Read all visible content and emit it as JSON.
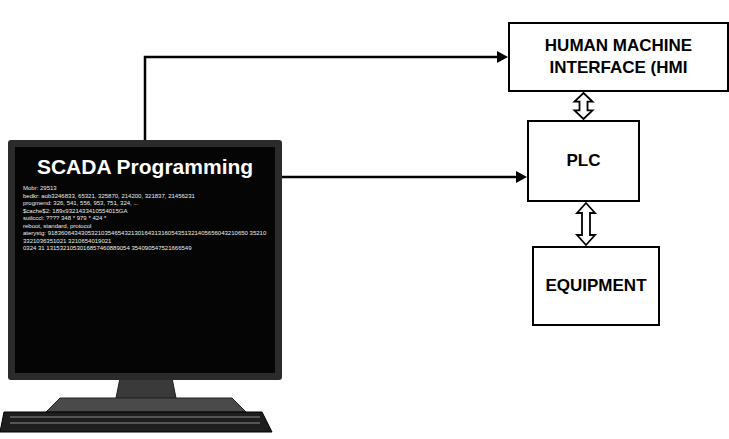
{
  "diagram": {
    "nodes": [
      {
        "text": [
          "SCADA Programming",
          "Mobr: 29513",
          "bedkr: aob3246833, 65321, 325870, 214200, 321837, 21456231",
          "progmend: 326, 541, 556, 953, 751, 324, ...",
          "$cache$2: 189x9321433410554015GA",
          "sutlcccl: ???? 348 * 979 * 424 *",
          "reboot, standard, protocol",
          "aterystg: 918360643430532103546543213016431316054351321405656043210650 352103321036351021 3210654019021",
          "0324 31 1315321053016857460889054 354090547521666549"
        ]
      },
      {
        "text": [
          "HUMAN MACHINE INTERFACE (HMI"
        ]
      },
      {
        "text": [
          "PLC"
        ]
      },
      {
        "text": [
          "EQUIPMENT"
        ]
      }
    ],
    "edges": [
      {
        "from": 0,
        "to": 1,
        "arrow": "to"
      },
      {
        "from": 0,
        "to": 2,
        "arrow": "to"
      },
      {
        "from": 1,
        "to": 2,
        "arrow": "both"
      },
      {
        "from": 2,
        "to": 3,
        "arrow": "both"
      }
    ]
  }
}
